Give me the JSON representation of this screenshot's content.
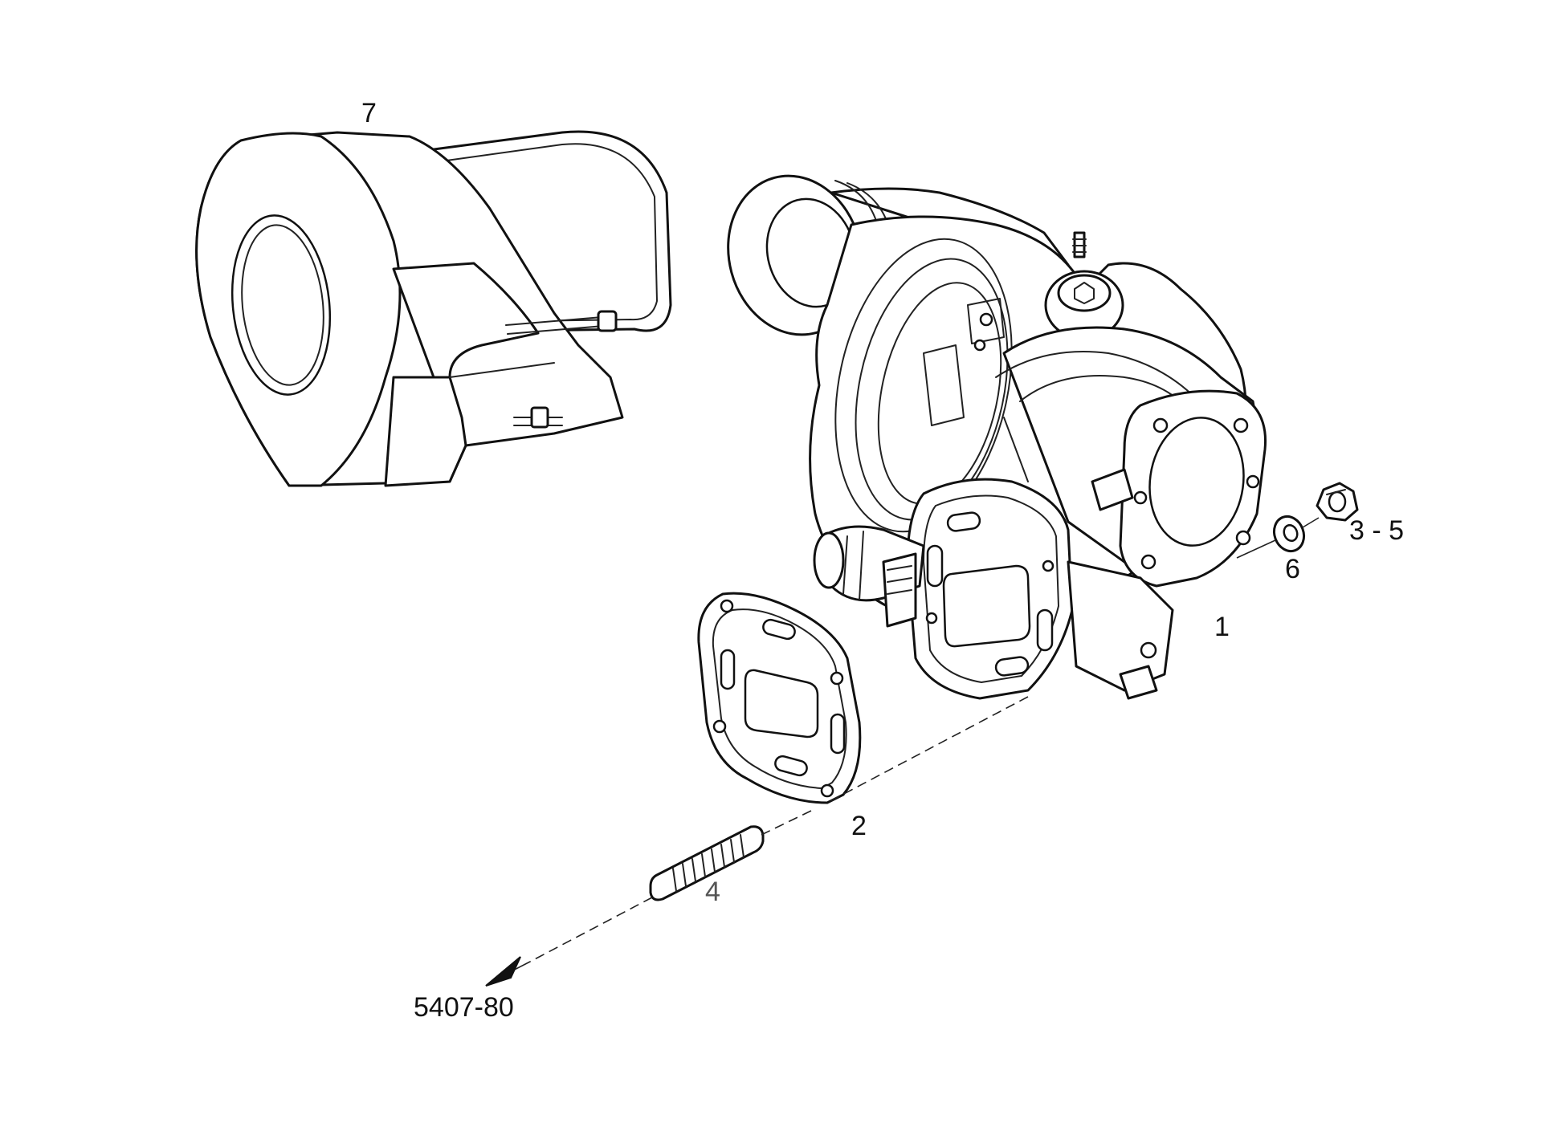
{
  "callouts": {
    "heat_shield": "7",
    "turbocharger": "1",
    "gasket": "2",
    "stud": "4",
    "washer": "6",
    "nut": "3 - 5"
  },
  "reference": "5407-80",
  "colors": {
    "line": "#111111",
    "background": "#ffffff"
  }
}
